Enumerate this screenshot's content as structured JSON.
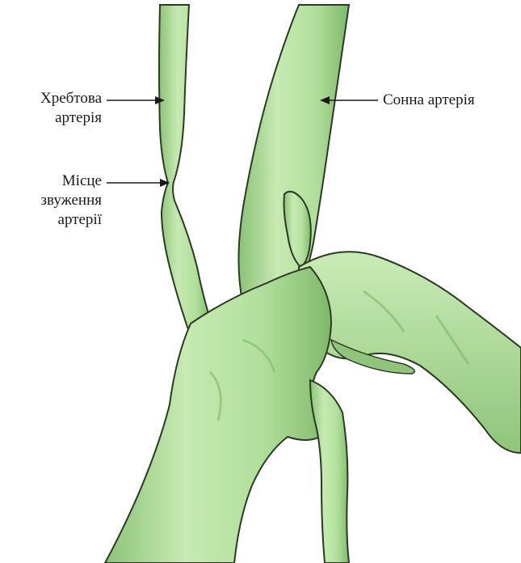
{
  "figure": {
    "vessel_fill": "#b7e3a1",
    "vessel_shadow": "#7fb86a",
    "vessel_highlight": "#d9f3c8",
    "outline": "#2b3a22"
  },
  "labels": {
    "vertebral_artery": {
      "line1": "Хребтова",
      "line2": "артерія"
    },
    "carotid_artery": "Сонна артерія",
    "stenosis_site": {
      "line1": "Місце",
      "line2": "звуження",
      "line3": "артерії"
    }
  }
}
